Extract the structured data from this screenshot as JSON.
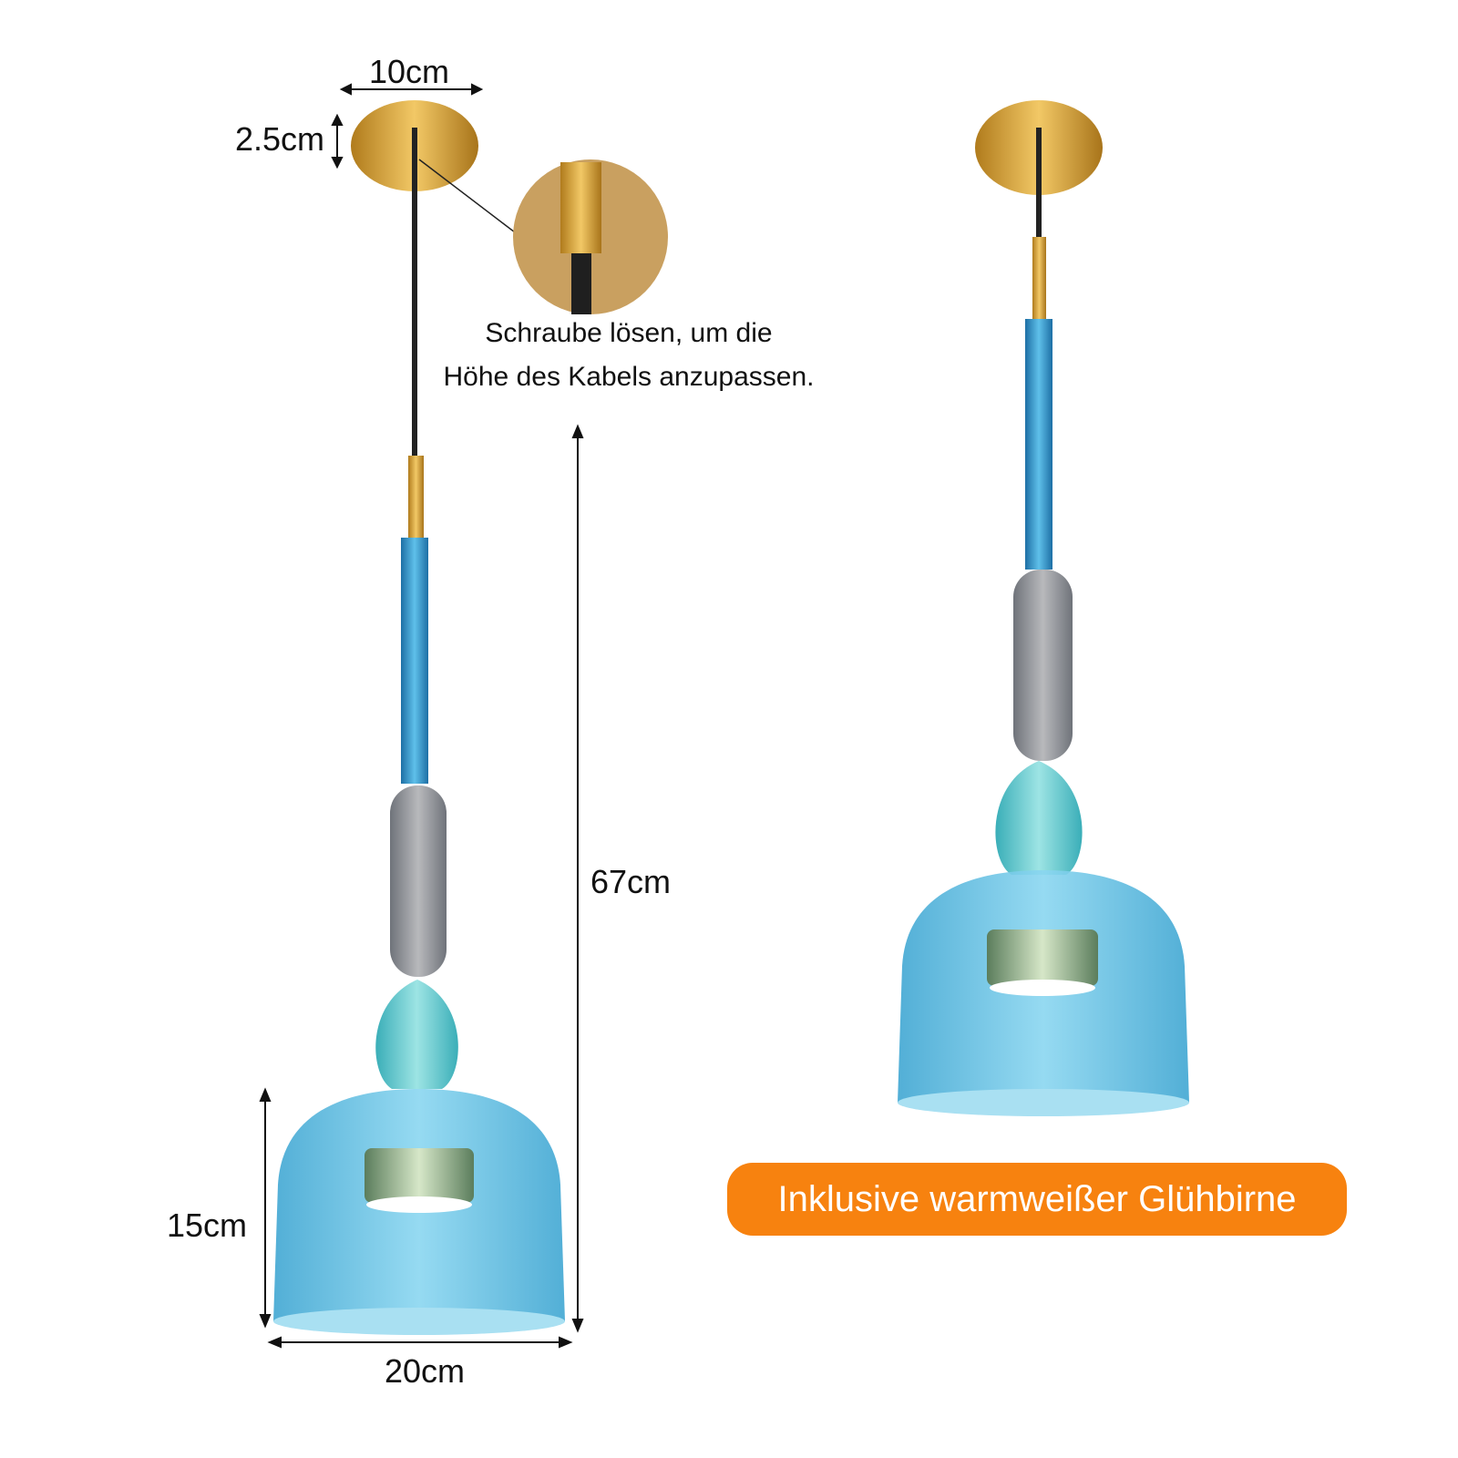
{
  "dimensions": {
    "canopy_width": "10cm",
    "canopy_height": "2.5cm",
    "total_height": "67cm",
    "shade_height": "15cm",
    "shade_width": "20cm"
  },
  "note": {
    "line1": "Schraube lösen, um die",
    "line2": "Höhe des Kabels anzupassen."
  },
  "badge": {
    "text": "Inklusive warmweißer Glühbirne",
    "color": "#f7820f"
  },
  "colors": {
    "gold": "#d9a63a",
    "blue": "#3aa7d6",
    "shade": "#5bc0e4",
    "gray": "#8a8d93",
    "teal": "#5cc9c9"
  }
}
